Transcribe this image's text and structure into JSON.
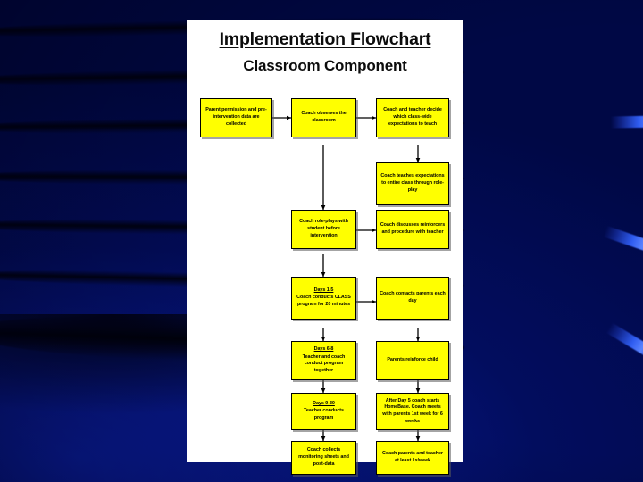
{
  "slide": {
    "background_color": "#000a5c",
    "accent_color": "#2f5cf0",
    "panel_color": "#ffffff",
    "node_fill": "#ffff00",
    "node_border": "#000000"
  },
  "title": {
    "main": "Implementation Flowchart",
    "sub": "Classroom Component"
  },
  "flowchart": {
    "nodes": [
      {
        "id": "parent-permission",
        "text": "Parent permission and pre-intervention data are collected"
      },
      {
        "id": "coach-observes",
        "text": "Coach observes the classroom"
      },
      {
        "id": "decide-expectations",
        "text": "Coach and teacher decide which class-wide expectations to teach"
      },
      {
        "id": "coach-teaches",
        "text": "Coach teaches expectations to entire class through role-play"
      },
      {
        "id": "coach-roleplays",
        "text": "Coach role-plays with student before intervention"
      },
      {
        "id": "discuss-reinforcers",
        "text": "Coach discusses reinforcers and procedure with teacher"
      },
      {
        "id": "days-1-5",
        "day": "Days 1-5",
        "text": "Coach conducts CLASS program for 20 minutes"
      },
      {
        "id": "contacts-parents",
        "text": "Coach contacts parents each day"
      },
      {
        "id": "days-6-8",
        "day": "Days 6-8",
        "text": "Teacher and coach conduct program together"
      },
      {
        "id": "parents-reinforce",
        "text": "Parents reinforce child"
      },
      {
        "id": "days-9-30",
        "day": "Days 9-30",
        "text": "Teacher conducts program"
      },
      {
        "id": "homebase",
        "text": "After Day 5 coach starts HomeBase. Coach meets with parents 1st week for 6 weeks"
      },
      {
        "id": "collects-monitoring",
        "text": "Coach collects monitoring sheets and post-data"
      },
      {
        "id": "coach-parents-teacher",
        "text": "Coach parents and teacher at least 1x/week"
      }
    ]
  }
}
